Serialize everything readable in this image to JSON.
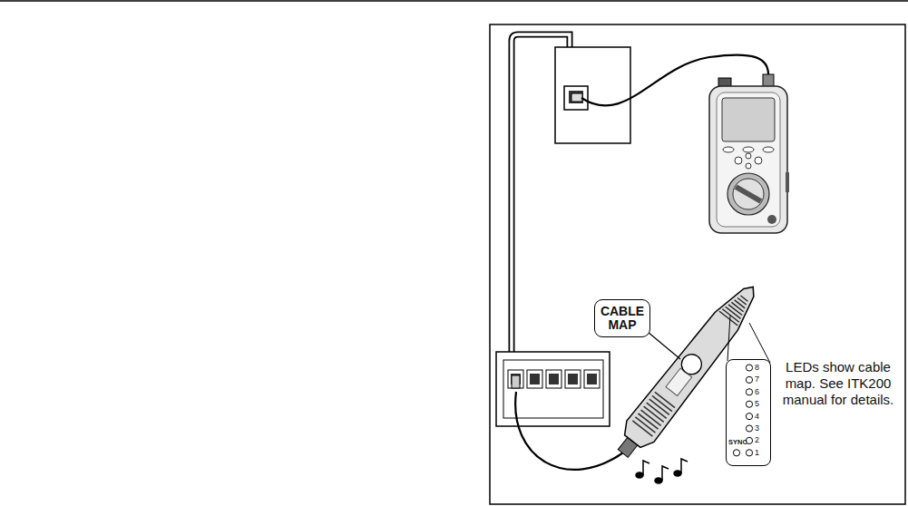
{
  "diagram": {
    "nodes": [
      {
        "text": [
          "CABLE MAP"
        ]
      },
      {
        "text": [
          "8",
          "7",
          "6",
          "5",
          "4",
          "3",
          "2",
          "1",
          "SYNC"
        ]
      }
    ],
    "labels": [
      "LEDs show cable map. See ITK200 manual for details."
    ]
  }
}
